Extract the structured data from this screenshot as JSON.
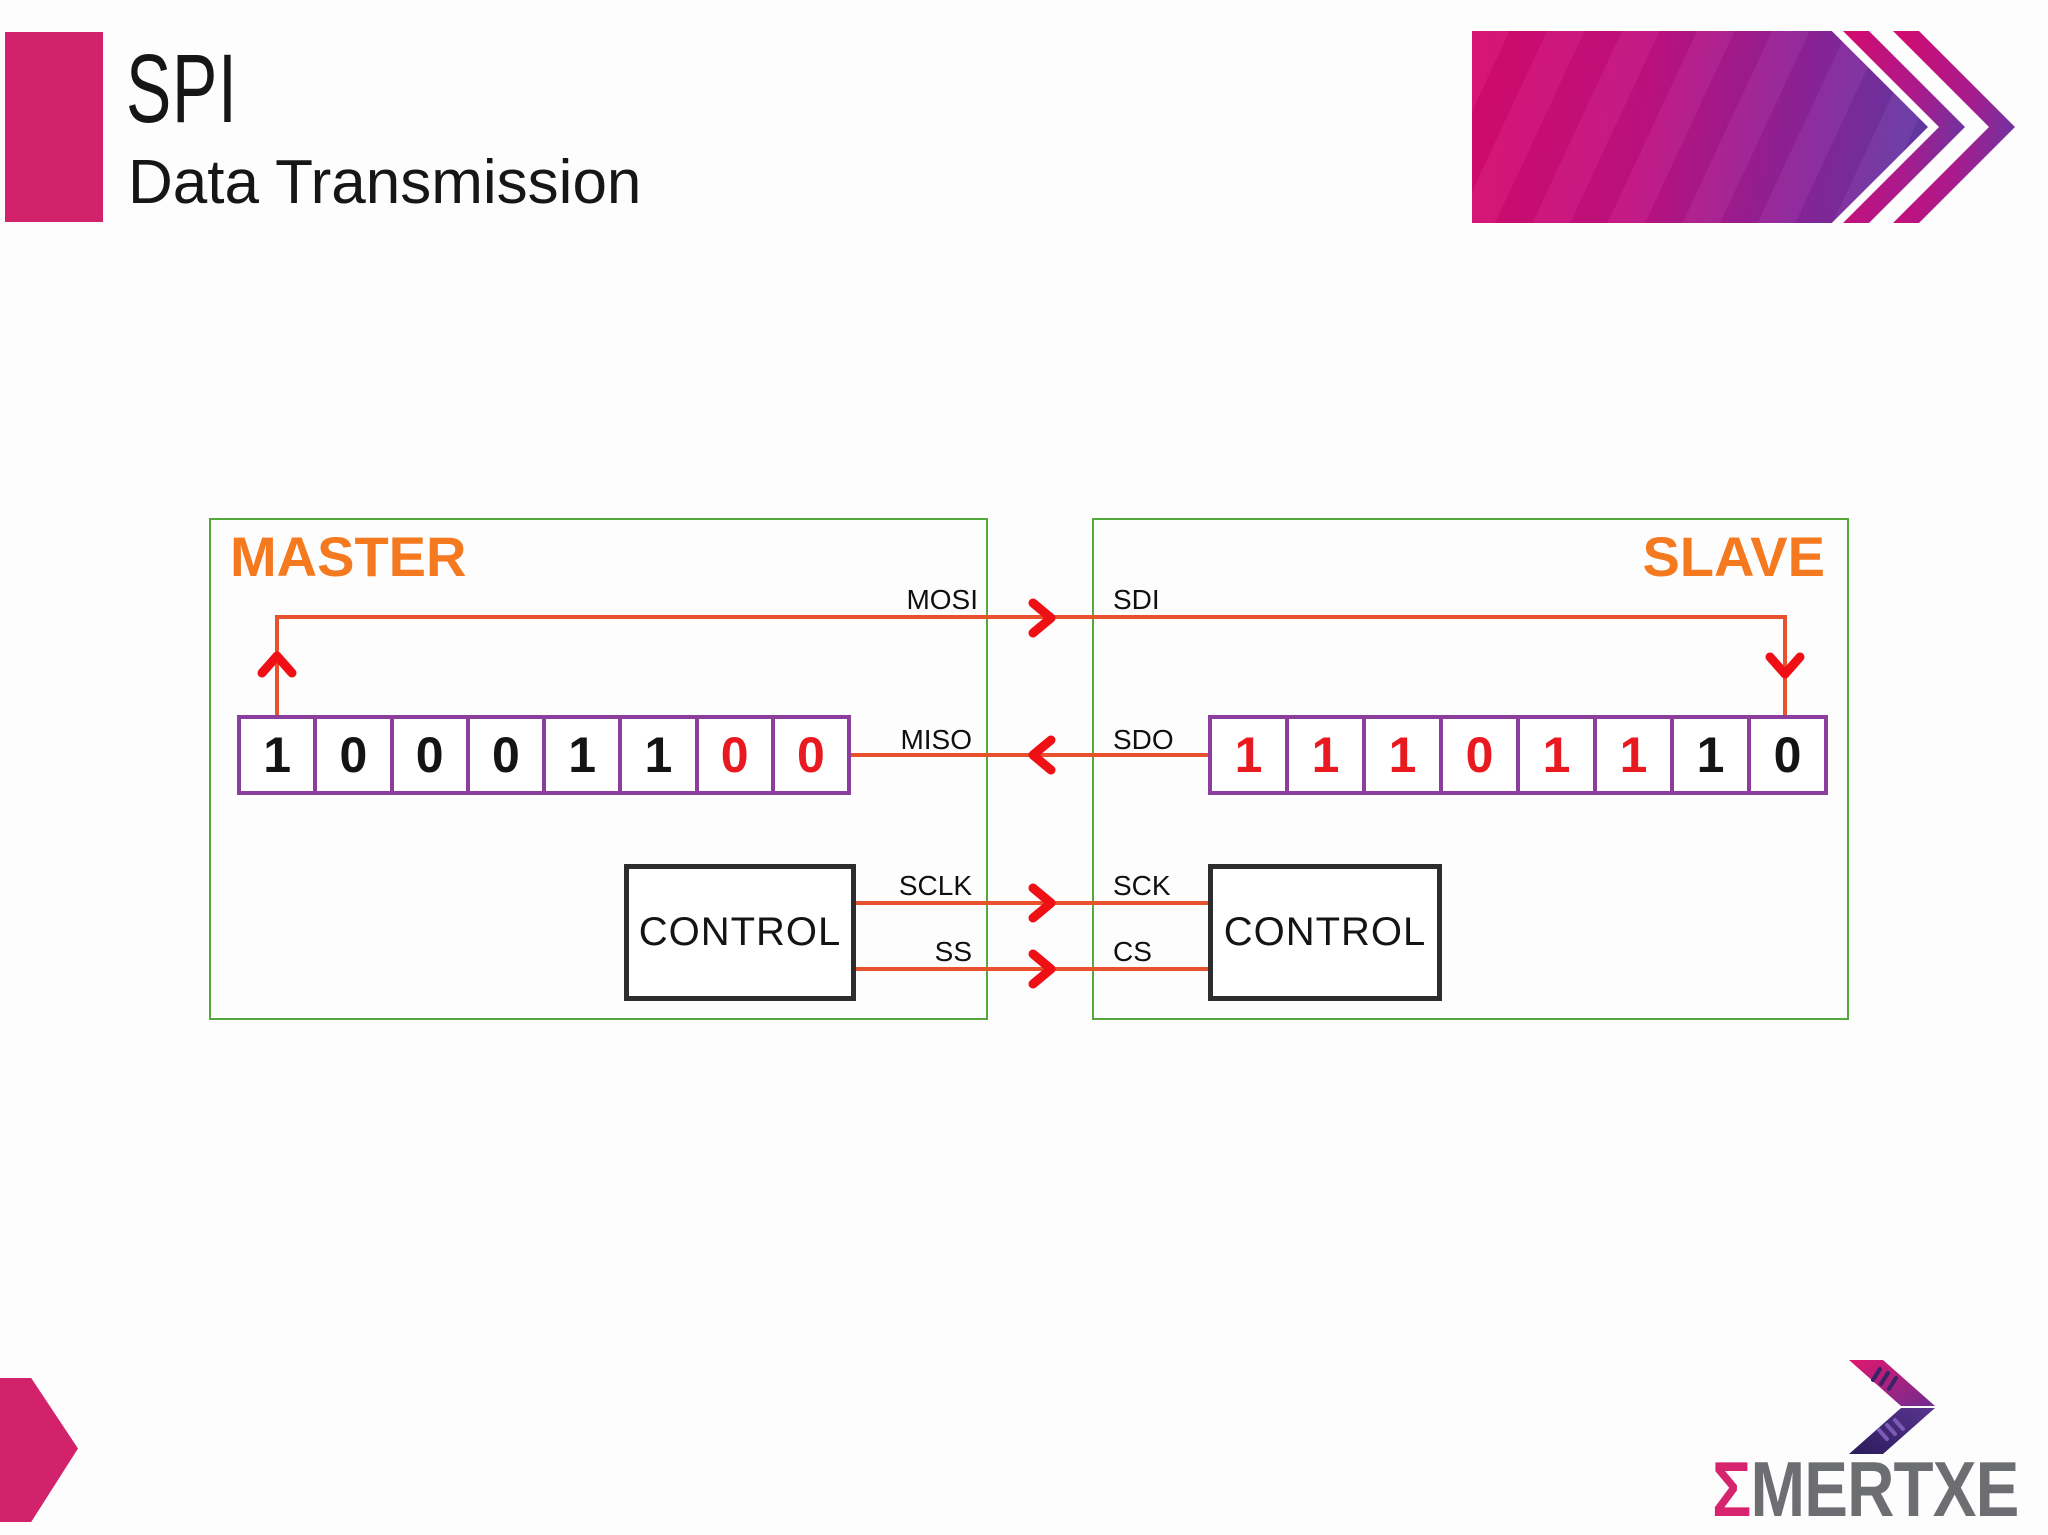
{
  "slide": {
    "title": "SPI",
    "subtitle": "Data Transmission"
  },
  "diagram": {
    "master": {
      "label": "MASTER",
      "control_label": "CONTROL",
      "register_bits": [
        {
          "value": "1",
          "red": false
        },
        {
          "value": "0",
          "red": false
        },
        {
          "value": "0",
          "red": false
        },
        {
          "value": "0",
          "red": false
        },
        {
          "value": "1",
          "red": false
        },
        {
          "value": "1",
          "red": false
        },
        {
          "value": "0",
          "red": true
        },
        {
          "value": "0",
          "red": true
        }
      ]
    },
    "slave": {
      "label": "SLAVE",
      "control_label": "CONTROL",
      "register_bits": [
        {
          "value": "1",
          "red": true
        },
        {
          "value": "1",
          "red": true
        },
        {
          "value": "1",
          "red": true
        },
        {
          "value": "0",
          "red": true
        },
        {
          "value": "1",
          "red": true
        },
        {
          "value": "1",
          "red": true
        },
        {
          "value": "1",
          "red": false
        },
        {
          "value": "0",
          "red": false
        }
      ]
    },
    "signals": {
      "mosi": "MOSI",
      "sdi": "SDI",
      "miso": "MISO",
      "sdo": "SDO",
      "sclk": "SCLK",
      "sck": "SCK",
      "ss": "SS",
      "cs": "CS"
    }
  },
  "logo": {
    "sigma": "Σ",
    "brand": "MERTXE"
  },
  "colors": {
    "accent_pink": "#d2226b",
    "banner_gradient_start": "#d60a6d",
    "banner_gradient_end": "#5e3ba5",
    "device_border_green": "#55a83c",
    "device_label_orange": "#f4791f",
    "register_border_purple": "#8c3e9e",
    "wire_orange_red": "#e8512e",
    "arrow_red": "#ee1015",
    "bit_red": "#e8191f",
    "bit_black": "#141414",
    "brand_gray": "#6d6e71"
  }
}
